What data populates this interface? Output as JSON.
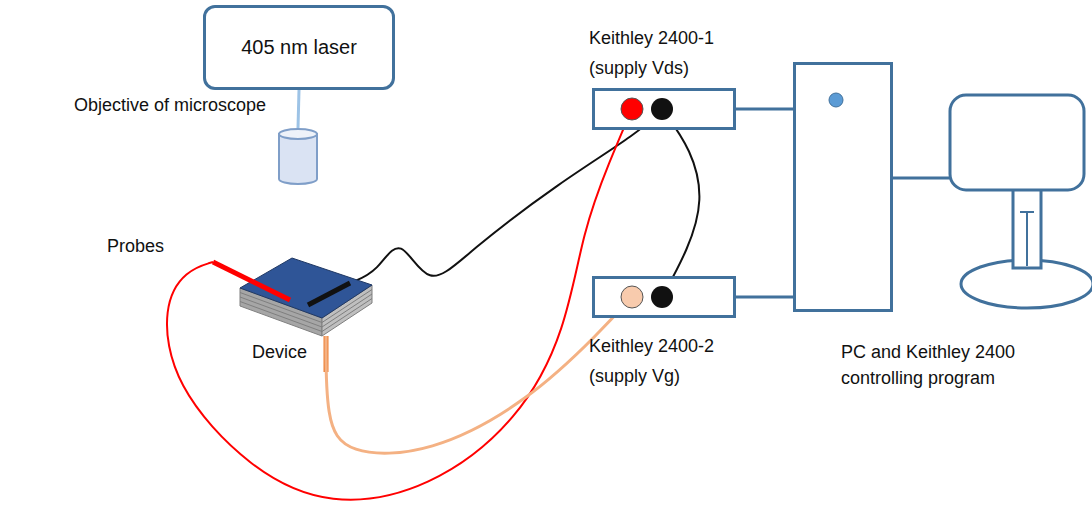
{
  "diagram": {
    "nodes": [
      {
        "text": [
          "405 nm laser"
        ]
      },
      {
        "text": [
          "Objective of microscope"
        ]
      },
      {
        "text": [
          "Device"
        ]
      },
      {
        "text": [
          "Keithley 2400-1 (supply Vds)"
        ]
      },
      {
        "text": [
          "Keithley 2400-2 (supply Vg)"
        ]
      },
      {
        "text": [
          "PC and Keithley 2400 controlling program"
        ]
      }
    ],
    "edges": [
      {
        "from": 0,
        "to": 1,
        "arrow": "none"
      },
      {
        "from": 3,
        "to": 5,
        "arrow": "none"
      },
      {
        "from": 4,
        "to": 5,
        "arrow": "none"
      },
      {
        "from": 2,
        "to": 3,
        "arrow": "none"
      },
      {
        "from": 2,
        "to": 3,
        "arrow": "none"
      },
      {
        "from": 2,
        "to": 4,
        "arrow": "none"
      },
      {
        "from": 3,
        "to": 4,
        "arrow": "none"
      }
    ],
    "labels": [
      "Probes"
    ]
  }
}
